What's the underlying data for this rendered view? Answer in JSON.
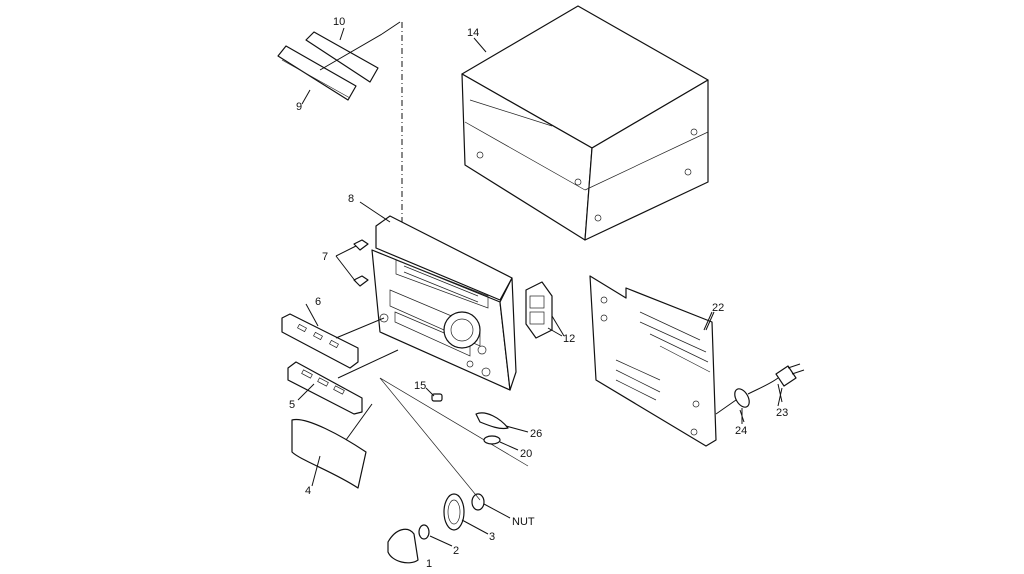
{
  "diagram": {
    "callouts": {
      "c1": "1",
      "c2": "2",
      "c3": "3",
      "c4": "4",
      "c5": "5",
      "c6": "6",
      "c7": "7",
      "c8": "8",
      "c9": "9",
      "c10": "10",
      "c12": "12",
      "c14": "14",
      "c15": "15",
      "c20": "20",
      "c22": "22",
      "c23": "23",
      "c24": "24",
      "c26": "26",
      "nut": "NUT"
    }
  }
}
